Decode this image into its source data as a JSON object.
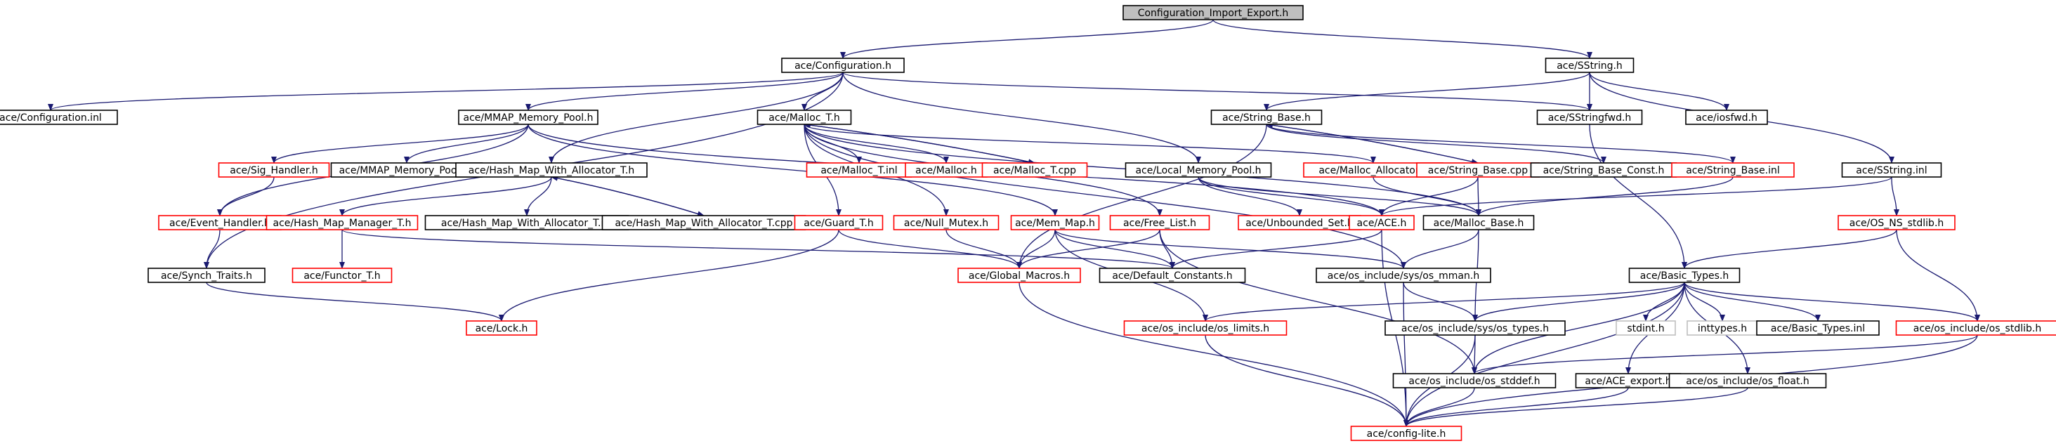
{
  "colors": {
    "edge": "#191970",
    "root_fill": "#bfbfbf",
    "root_border": "#000000",
    "normal_border": "#000000",
    "link_border": "#ff0000",
    "missing_border": "#bfbfbf",
    "node_fill": "#ffffff"
  },
  "nodes": [
    {
      "id": "root",
      "label": "Configuration_Import_Export.h",
      "kind": "root"
    },
    {
      "id": "cfg_h",
      "label": "ace/Configuration.h",
      "kind": "normal"
    },
    {
      "id": "sstring_h",
      "label": "ace/SString.h",
      "kind": "normal"
    },
    {
      "id": "cfg_inl",
      "label": "ace/Configuration.inl",
      "kind": "normal"
    },
    {
      "id": "mmap_pool_h",
      "label": "ace/MMAP_Memory_Pool.h",
      "kind": "normal"
    },
    {
      "id": "malloc_t_h",
      "label": "ace/Malloc_T.h",
      "kind": "normal"
    },
    {
      "id": "string_base_h",
      "label": "ace/String_Base.h",
      "kind": "normal"
    },
    {
      "id": "sstringfwd_h",
      "label": "ace/SStringfwd.h",
      "kind": "normal"
    },
    {
      "id": "iosfwd_h",
      "label": "ace/iosfwd.h",
      "kind": "normal"
    },
    {
      "id": "sig_handler_h",
      "label": "ace/Sig_Handler.h",
      "kind": "link"
    },
    {
      "id": "mmap_pool_inl",
      "label": "ace/MMAP_Memory_Pool.inl",
      "kind": "normal"
    },
    {
      "id": "hmwa_h",
      "label": "ace/Hash_Map_With_Allocator_T.h",
      "kind": "normal"
    },
    {
      "id": "malloc_t_inl",
      "label": "ace/Malloc_T.inl",
      "kind": "link"
    },
    {
      "id": "malloc_h",
      "label": "ace/Malloc.h",
      "kind": "link"
    },
    {
      "id": "malloc_t_cpp",
      "label": "ace/Malloc_T.cpp",
      "kind": "link"
    },
    {
      "id": "local_pool_h",
      "label": "ace/Local_Memory_Pool.h",
      "kind": "normal"
    },
    {
      "id": "malloc_alloc_h",
      "label": "ace/Malloc_Allocator.h",
      "kind": "link"
    },
    {
      "id": "string_base_cpp",
      "label": "ace/String_Base.cpp",
      "kind": "link"
    },
    {
      "id": "string_base_const_h",
      "label": "ace/String_Base_Const.h",
      "kind": "normal"
    },
    {
      "id": "string_base_inl",
      "label": "ace/String_Base.inl",
      "kind": "link"
    },
    {
      "id": "sstring_inl",
      "label": "ace/SString.inl",
      "kind": "normal"
    },
    {
      "id": "event_handler_h",
      "label": "ace/Event_Handler.h",
      "kind": "link"
    },
    {
      "id": "hmm_t_h",
      "label": "ace/Hash_Map_Manager_T.h",
      "kind": "link"
    },
    {
      "id": "hmwa_inl",
      "label": "ace/Hash_Map_With_Allocator_T.inl",
      "kind": "normal"
    },
    {
      "id": "hmwa_cpp",
      "label": "ace/Hash_Map_With_Allocator_T.cpp",
      "kind": "normal"
    },
    {
      "id": "guard_t_h",
      "label": "ace/Guard_T.h",
      "kind": "link"
    },
    {
      "id": "null_mutex_h",
      "label": "ace/Null_Mutex.h",
      "kind": "link"
    },
    {
      "id": "mem_map_h",
      "label": "ace/Mem_Map.h",
      "kind": "link"
    },
    {
      "id": "free_list_h",
      "label": "ace/Free_List.h",
      "kind": "link"
    },
    {
      "id": "unbounded_set_h",
      "label": "ace/Unbounded_Set.h",
      "kind": "link"
    },
    {
      "id": "ace_h",
      "label": "ace/ACE.h",
      "kind": "link"
    },
    {
      "id": "malloc_base_h",
      "label": "ace/Malloc_Base.h",
      "kind": "normal"
    },
    {
      "id": "os_ns_stdlib_h",
      "label": "ace/OS_NS_stdlib.h",
      "kind": "link"
    },
    {
      "id": "synch_traits_h",
      "label": "ace/Synch_Traits.h",
      "kind": "normal"
    },
    {
      "id": "functor_t_h",
      "label": "ace/Functor_T.h",
      "kind": "link"
    },
    {
      "id": "global_macros_h",
      "label": "ace/Global_Macros.h",
      "kind": "link"
    },
    {
      "id": "default_constants_h",
      "label": "ace/Default_Constants.h",
      "kind": "normal"
    },
    {
      "id": "os_mman_h",
      "label": "ace/os_include/sys/os_mman.h",
      "kind": "normal"
    },
    {
      "id": "basic_types_h",
      "label": "ace/Basic_Types.h",
      "kind": "normal"
    },
    {
      "id": "lock_h",
      "label": "ace/Lock.h",
      "kind": "link"
    },
    {
      "id": "os_limits_h",
      "label": "ace/os_include/os_limits.h",
      "kind": "link"
    },
    {
      "id": "os_types_h",
      "label": "ace/os_include/sys/os_types.h",
      "kind": "normal"
    },
    {
      "id": "stdint_h",
      "label": "stdint.h",
      "kind": "missing"
    },
    {
      "id": "inttypes_h",
      "label": "inttypes.h",
      "kind": "missing"
    },
    {
      "id": "basic_types_inl",
      "label": "ace/Basic_Types.inl",
      "kind": "normal"
    },
    {
      "id": "os_stdlib_h",
      "label": "ace/os_include/os_stdlib.h",
      "kind": "link"
    },
    {
      "id": "os_stddef_h",
      "label": "ace/os_include/os_stddef.h",
      "kind": "normal"
    },
    {
      "id": "ace_export_h",
      "label": "ace/ACE_export.h",
      "kind": "normal"
    },
    {
      "id": "os_float_h",
      "label": "ace/os_include/os_float.h",
      "kind": "normal"
    },
    {
      "id": "config_lite_h",
      "label": "ace/config-lite.h",
      "kind": "link"
    }
  ],
  "edges": [
    [
      "root",
      "cfg_h"
    ],
    [
      "root",
      "sstring_h"
    ],
    [
      "cfg_h",
      "cfg_inl"
    ],
    [
      "cfg_h",
      "mmap_pool_h"
    ],
    [
      "cfg_h",
      "malloc_t_h"
    ],
    [
      "cfg_h",
      "sstringfwd_h"
    ],
    [
      "cfg_h",
      "hmwa_h"
    ],
    [
      "cfg_h",
      "local_pool_h"
    ],
    [
      "cfg_h",
      "synch_traits_h"
    ],
    [
      "sstring_h",
      "string_base_h"
    ],
    [
      "sstring_h",
      "sstringfwd_h"
    ],
    [
      "sstring_h",
      "iosfwd_h"
    ],
    [
      "sstring_h",
      "sstring_inl"
    ],
    [
      "mmap_pool_h",
      "sig_handler_h"
    ],
    [
      "mmap_pool_h",
      "mmap_pool_inl"
    ],
    [
      "mmap_pool_h",
      "event_handler_h"
    ],
    [
      "mmap_pool_h",
      "mem_map_h"
    ],
    [
      "mmap_pool_h",
      "ace_h"
    ],
    [
      "malloc_t_h",
      "malloc_t_inl"
    ],
    [
      "malloc_t_h",
      "malloc_h"
    ],
    [
      "malloc_t_h",
      "malloc_t_cpp"
    ],
    [
      "malloc_t_h",
      "malloc_alloc_h"
    ],
    [
      "malloc_t_h",
      "guard_t_h"
    ],
    [
      "malloc_t_h",
      "null_mutex_h"
    ],
    [
      "malloc_t_h",
      "free_list_h"
    ],
    [
      "malloc_t_h",
      "malloc_base_h"
    ],
    [
      "malloc_t_h",
      "os_mman_h"
    ],
    [
      "malloc_t_cpp",
      "malloc_t_h"
    ],
    [
      "string_base_h",
      "string_base_cpp"
    ],
    [
      "string_base_h",
      "string_base_const_h"
    ],
    [
      "string_base_h",
      "string_base_inl"
    ],
    [
      "string_base_h",
      "global_macros_h"
    ],
    [
      "string_base_cpp",
      "string_base_h"
    ],
    [
      "string_base_cpp",
      "ace_h"
    ],
    [
      "string_base_cpp",
      "malloc_base_h"
    ],
    [
      "string_base_inl",
      "malloc_base_h"
    ],
    [
      "sstringfwd_h",
      "basic_types_h"
    ],
    [
      "sstring_inl",
      "ace_h"
    ],
    [
      "sstring_inl",
      "os_ns_stdlib_h"
    ],
    [
      "sig_handler_h",
      "event_handler_h"
    ],
    [
      "event_handler_h",
      "synch_traits_h"
    ],
    [
      "hmwa_h",
      "hmm_t_h"
    ],
    [
      "hmwa_h",
      "hmwa_inl"
    ],
    [
      "hmwa_h",
      "hmwa_cpp"
    ],
    [
      "hmwa_cpp",
      "hmwa_h"
    ],
    [
      "hmm_t_h",
      "functor_t_h"
    ],
    [
      "hmm_t_h",
      "default_constants_h"
    ],
    [
      "local_pool_h",
      "unbounded_set_h"
    ],
    [
      "local_pool_h",
      "ace_h"
    ],
    [
      "local_pool_h",
      "malloc_base_h"
    ],
    [
      "malloc_alloc_h",
      "malloc_base_h"
    ],
    [
      "guard_t_h",
      "global_macros_h"
    ],
    [
      "guard_t_h",
      "lock_h"
    ],
    [
      "null_mutex_h",
      "global_macros_h"
    ],
    [
      "mem_map_h",
      "global_macros_h"
    ],
    [
      "mem_map_h",
      "default_constants_h"
    ],
    [
      "mem_map_h",
      "os_mman_h"
    ],
    [
      "mem_map_h",
      "os_limits_h"
    ],
    [
      "free_list_h",
      "global_macros_h"
    ],
    [
      "free_list_h",
      "default_constants_h"
    ],
    [
      "free_list_h",
      "os_stddef_h"
    ],
    [
      "ace_h",
      "default_constants_h"
    ],
    [
      "ace_h",
      "config_lite_h"
    ],
    [
      "malloc_base_h",
      "os_mman_h"
    ],
    [
      "malloc_base_h",
      "os_types_h"
    ],
    [
      "os_ns_stdlib_h",
      "basic_types_h"
    ],
    [
      "os_ns_stdlib_h",
      "os_stdlib_h"
    ],
    [
      "synch_traits_h",
      "lock_h"
    ],
    [
      "global_macros_h",
      "config_lite_h"
    ],
    [
      "os_mman_h",
      "os_types_h"
    ],
    [
      "os_mman_h",
      "config_lite_h"
    ],
    [
      "basic_types_h",
      "os_limits_h"
    ],
    [
      "basic_types_h",
      "os_types_h"
    ],
    [
      "basic_types_h",
      "stdint_h"
    ],
    [
      "basic_types_h",
      "inttypes_h"
    ],
    [
      "basic_types_h",
      "basic_types_inl"
    ],
    [
      "basic_types_h",
      "os_stdlib_h"
    ],
    [
      "basic_types_h",
      "os_stddef_h"
    ],
    [
      "basic_types_h",
      "ace_export_h"
    ],
    [
      "basic_types_h",
      "os_float_h"
    ],
    [
      "basic_types_h",
      "config_lite_h"
    ],
    [
      "os_limits_h",
      "config_lite_h"
    ],
    [
      "os_types_h",
      "os_stddef_h"
    ],
    [
      "os_types_h",
      "config_lite_h"
    ],
    [
      "os_stdlib_h",
      "os_stddef_h"
    ],
    [
      "os_stdlib_h",
      "config_lite_h"
    ],
    [
      "os_stddef_h",
      "config_lite_h"
    ],
    [
      "ace_export_h",
      "config_lite_h"
    ],
    [
      "os_float_h",
      "config_lite_h"
    ]
  ]
}
